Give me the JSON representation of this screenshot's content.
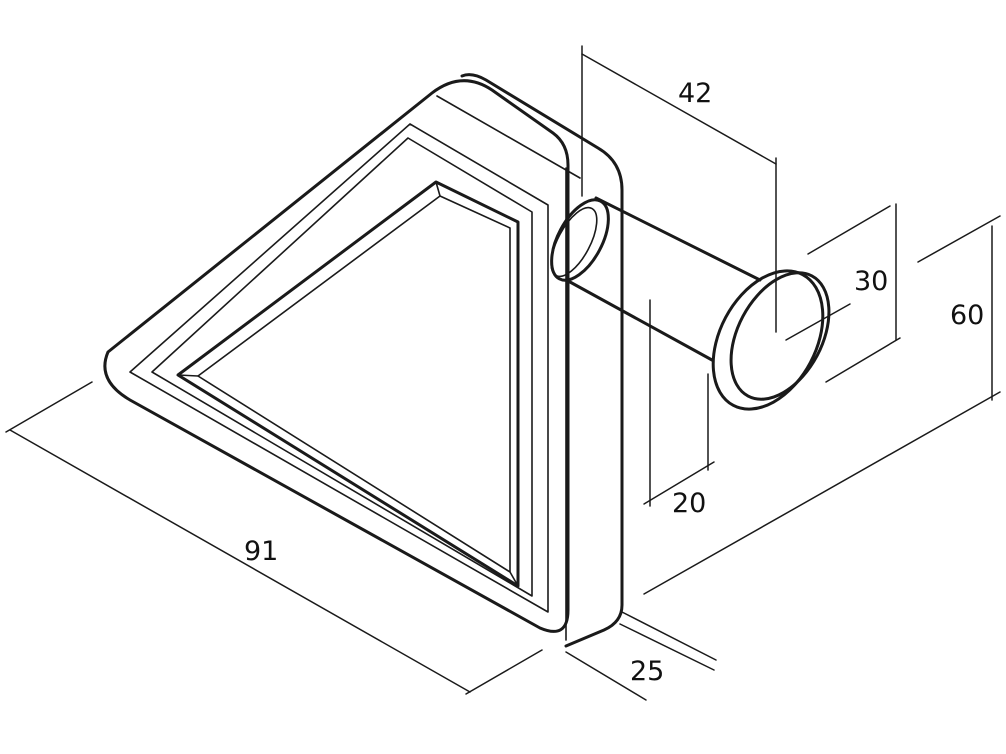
{
  "dimensions": {
    "length": "91",
    "depth": "25",
    "height": "60",
    "knob_length": "42",
    "knob_diameter": "30",
    "shaft_diameter": "20"
  },
  "colors": {
    "line": "#1a1a1a",
    "background": "#ffffff"
  }
}
